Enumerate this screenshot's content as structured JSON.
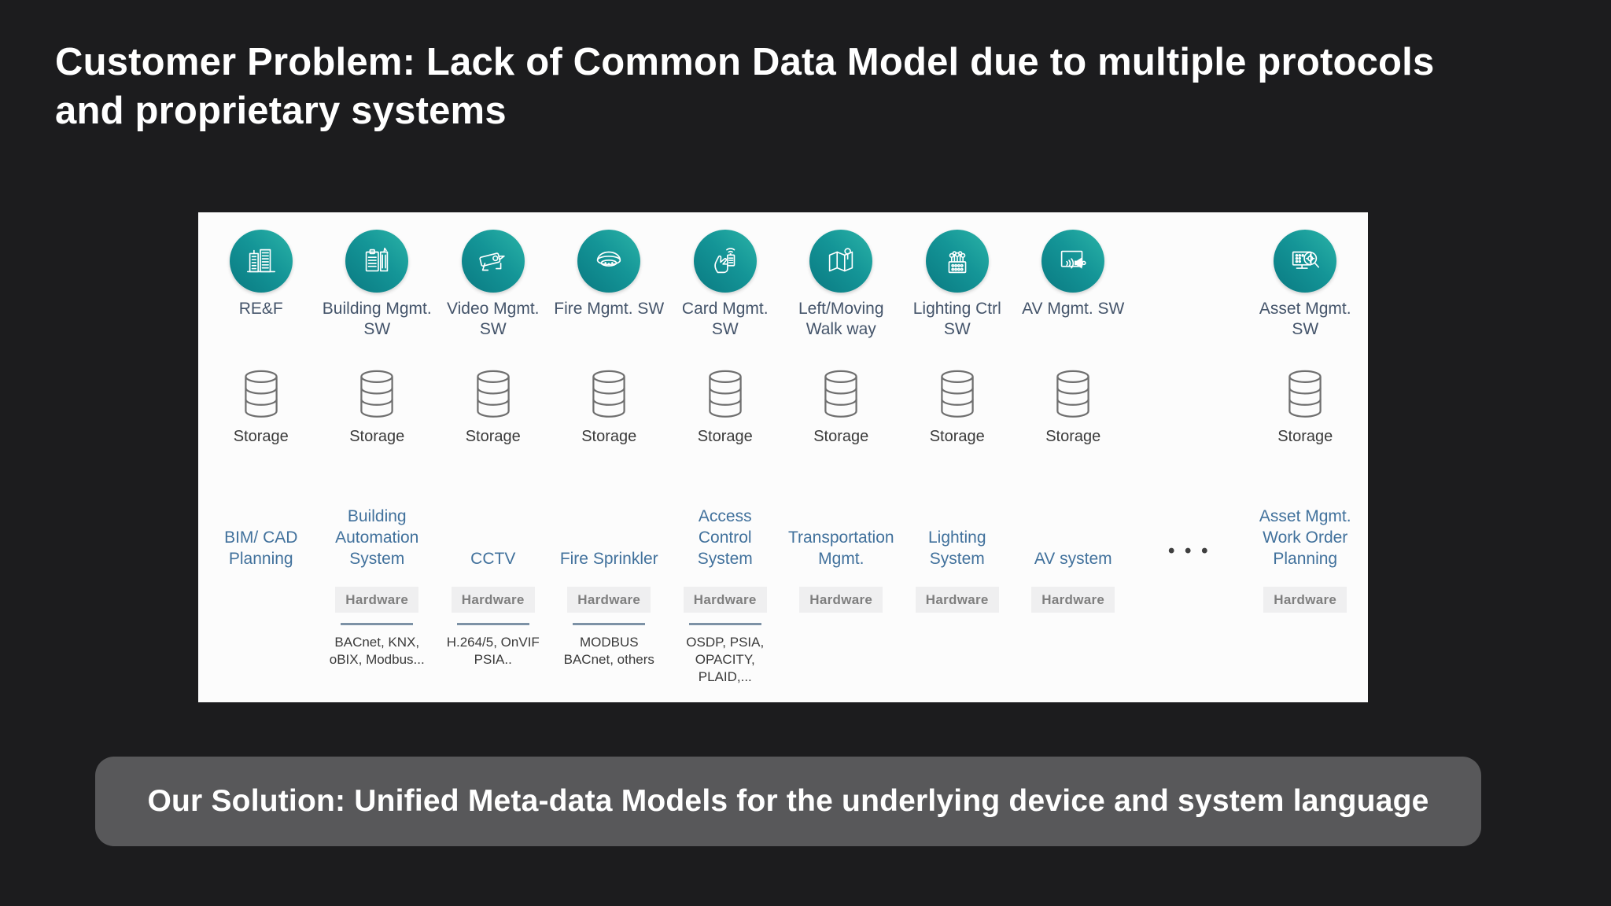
{
  "slide": {
    "title": "Customer Problem: Lack of Common Data Model due to multiple protocols and proprietary systems",
    "solution_banner": "Our Solution: Unified Meta-data Models for the underlying device and system language"
  },
  "colors": {
    "background": "#1c1c1e",
    "panel": "#fcfcfc",
    "icon_teal_light": "#2bb3a7",
    "icon_teal_dark": "#0a7a82",
    "icon_label_text": "#44546a",
    "system_text": "#41719c",
    "storage_text": "#3a3a3a",
    "hardware_box_bg": "#efeff0",
    "hardware_text": "#7f7f7f",
    "hardware_underline": "#7d92a6",
    "banner_bg": "#58585a",
    "banner_text": "#ffffff",
    "title_text": "#ffffff"
  },
  "columns": [
    {
      "icon": "buildings-icon",
      "software": "RE&F",
      "storage": "Storage",
      "system": "BIM/ CAD Planning",
      "hardware": "",
      "protocols": "",
      "is_ellipsis": false
    },
    {
      "icon": "clipboard-building-icon",
      "software": "Building Mgmt. SW",
      "storage": "Storage",
      "system": "Building Automation System",
      "hardware": "Hardware",
      "protocols": "BACnet, KNX, oBIX, Modbus...",
      "is_ellipsis": false
    },
    {
      "icon": "cctv-camera-icon",
      "software": "Video Mgmt. SW",
      "storage": "Storage",
      "system": "CCTV",
      "hardware": "Hardware",
      "protocols": "H.264/5, OnVIF PSIA..",
      "is_ellipsis": false
    },
    {
      "icon": "smoke-detector-icon",
      "software": "Fire Mgmt. SW",
      "storage": "Storage",
      "system": "Fire Sprinkler",
      "hardware": "Hardware",
      "protocols": "MODBUS BACnet, others",
      "is_ellipsis": false
    },
    {
      "icon": "card-hand-icon",
      "software": "Card Mgmt. SW",
      "storage": "Storage",
      "system": "Access Control System",
      "hardware": "Hardware",
      "protocols": "OSDP, PSIA, OPACITY, PLAID,...",
      "is_ellipsis": false
    },
    {
      "icon": "map-pin-icon",
      "software": "Left/Moving Walk way",
      "storage": "Storage",
      "system": "Transportation Mgmt.",
      "hardware": "Hardware",
      "protocols": "",
      "is_ellipsis": false
    },
    {
      "icon": "lighting-panel-icon",
      "software": "Lighting Ctrl SW",
      "storage": "Storage",
      "system": "Lighting System",
      "hardware": "Hardware",
      "protocols": "",
      "is_ellipsis": false
    },
    {
      "icon": "av-speaker-icon",
      "software": "AV Mgmt. SW",
      "storage": "Storage",
      "system": "AV system",
      "hardware": "Hardware",
      "protocols": "",
      "is_ellipsis": false
    },
    {
      "icon": "",
      "software": "",
      "storage": "",
      "system": "• • •",
      "hardware": "",
      "protocols": "",
      "is_ellipsis": true
    },
    {
      "icon": "asset-monitor-icon",
      "software": "Asset Mgmt. SW",
      "storage": "Storage",
      "system": "Asset Mgmt. Work Order Planning",
      "hardware": "Hardware",
      "protocols": "",
      "is_ellipsis": false
    }
  ]
}
